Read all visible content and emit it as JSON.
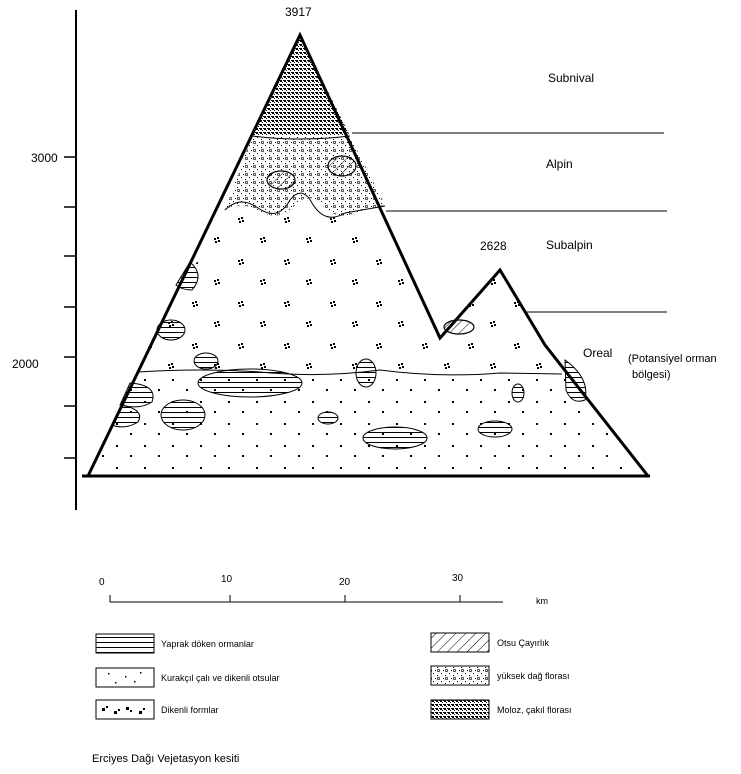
{
  "peaks": {
    "main_peak": "3917",
    "secondary_peak": "2628"
  },
  "elevation_ticks": [
    "3000",
    "2000"
  ],
  "zones": {
    "subnival": "Subnival",
    "alpin": "Alpin",
    "subalpin": "Subalpin",
    "oreal": "Oreal",
    "potential_forest_line1": "(Potansiyel orman",
    "potential_forest_line2": "bölgesi)"
  },
  "scale": {
    "ticks": [
      "0",
      "10",
      "20",
      "30"
    ],
    "unit": "km"
  },
  "legend": {
    "deciduous_forest": "Yaprak döken ormanlar",
    "shrub_thorny_grass": "Kurakçıl çalı ve dikenli otsular",
    "thorny_forms": "Dikenli formlar",
    "herbaceous_meadow": "Otsu Çayırlık",
    "high_mountain_flora": "yüksek dağ florası",
    "debris_gravel_flora": "Moloz, çakıl florası"
  },
  "caption": "Erciyes Dağı Vejetasyon kesiti"
}
